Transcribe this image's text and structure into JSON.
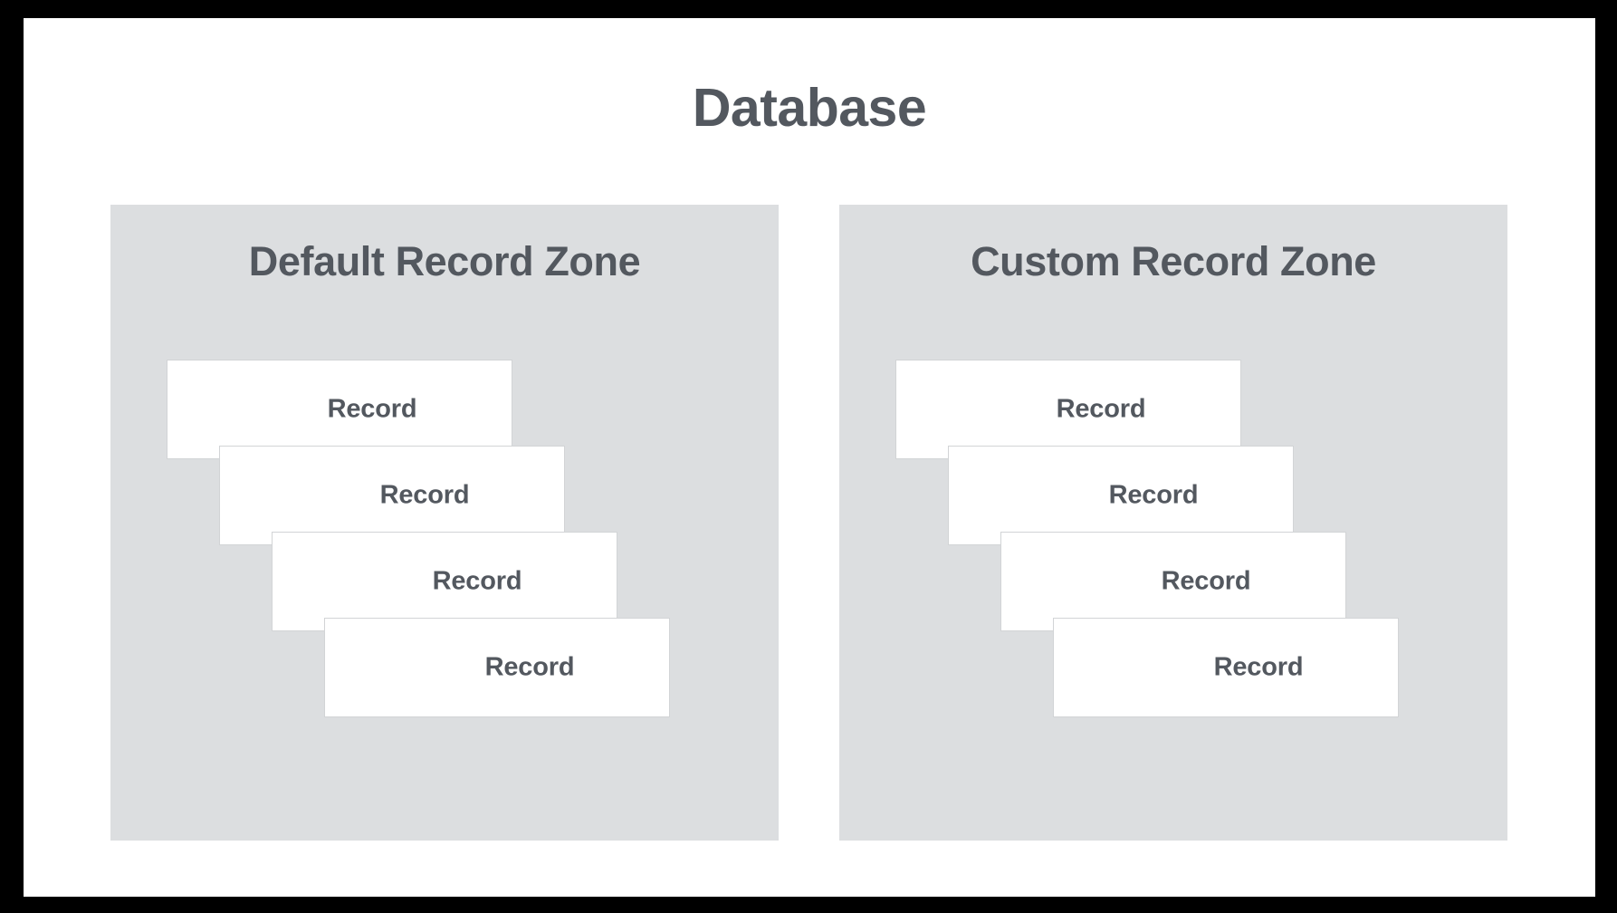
{
  "diagram": {
    "title": "Database",
    "colors": {
      "frame": "#000000",
      "canvas": "#ffffff",
      "zone_background": "#dcdee0",
      "card_background": "#ffffff",
      "card_border": "#d2d4d6",
      "text": "#53585f"
    },
    "zones": [
      {
        "id": "default-record-zone",
        "title": "Default Record Zone",
        "records": [
          {
            "label": "Record"
          },
          {
            "label": "Record"
          },
          {
            "label": "Record"
          },
          {
            "label": "Record"
          }
        ]
      },
      {
        "id": "custom-record-zone",
        "title": "Custom Record Zone",
        "records": [
          {
            "label": "Record"
          },
          {
            "label": "Record"
          },
          {
            "label": "Record"
          },
          {
            "label": "Record"
          }
        ]
      }
    ]
  }
}
